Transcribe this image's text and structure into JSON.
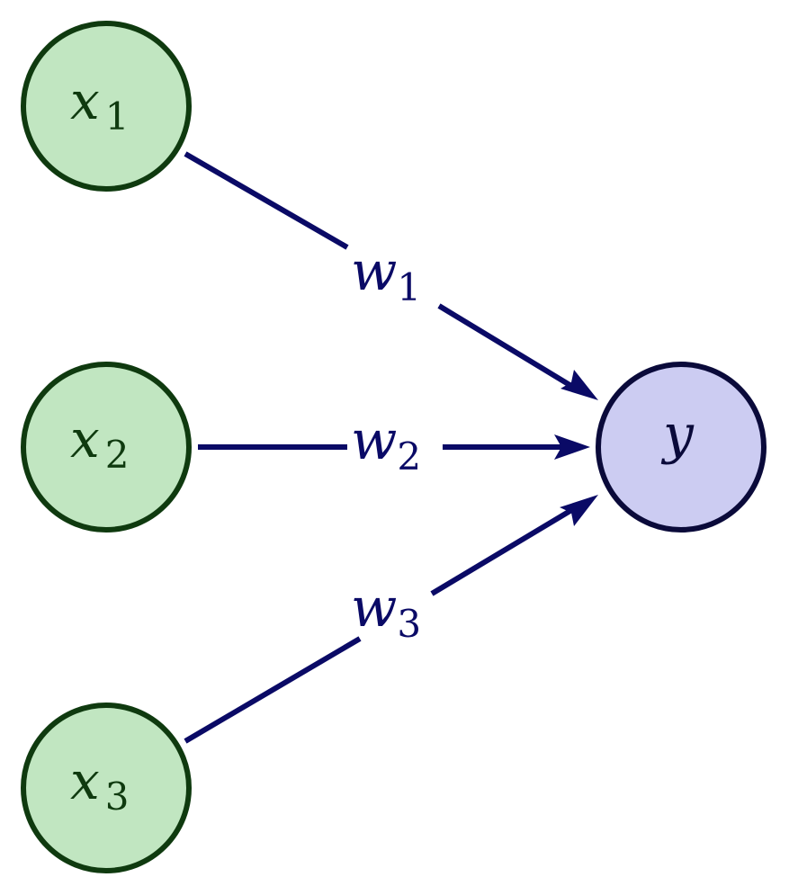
{
  "diagram": {
    "title": "",
    "inputs": [
      {
        "id": "x1",
        "var": "x",
        "sub": "1"
      },
      {
        "id": "x2",
        "var": "x",
        "sub": "2"
      },
      {
        "id": "x3",
        "var": "x",
        "sub": "3"
      }
    ],
    "output": {
      "id": "y",
      "var": "y",
      "sub": ""
    },
    "edges": [
      {
        "from": "x1",
        "to": "y",
        "weight_var": "w",
        "weight_sub": "1"
      },
      {
        "from": "x2",
        "to": "y",
        "weight_var": "w",
        "weight_sub": "2"
      },
      {
        "from": "x3",
        "to": "y",
        "weight_var": "w",
        "weight_sub": "3"
      }
    ],
    "colors": {
      "input_fill": "#c1e6c1",
      "input_stroke": "#0f3a0f",
      "input_text": "#0f3a0f",
      "output_fill": "#ccccf2",
      "output_stroke": "#0a0a3a",
      "output_text": "#0a0a3a",
      "edge": "#0a0a66",
      "edge_label": "#0a0a66"
    }
  }
}
